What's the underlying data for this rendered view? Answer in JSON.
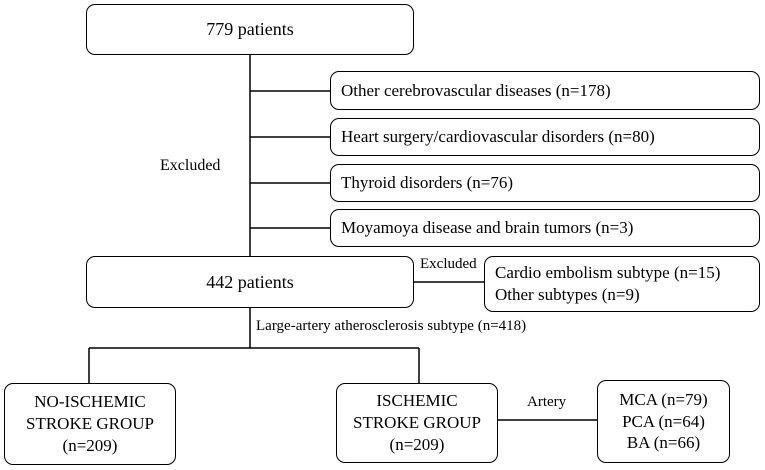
{
  "top_box": "779 patients",
  "excluded_label_1": "Excluded",
  "exclusions": [
    "Other cerebrovascular diseases (n=178)",
    "Heart surgery/cardiovascular disorders (n=80)",
    "Thyroid disorders (n=76)",
    "Moyamoya disease and brain tumors (n=3)"
  ],
  "middle_box": "442 patients",
  "excluded_label_2": "Excluded",
  "subtype_exclusions": [
    "Cardio embolism subtype (n=15)",
    "Other subtypes (n=9)"
  ],
  "laa_label": "Large-artery atherosclerosis subtype (n=418)",
  "groups": {
    "no_ischemic": {
      "line1": "NO-ISCHEMIC",
      "line2": "STROKE GROUP",
      "line3": "(n=209)"
    },
    "ischemic": {
      "line1": "ISCHEMIC",
      "line2": "STROKE GROUP",
      "line3": "(n=209)"
    }
  },
  "artery_label": "Artery",
  "arteries": [
    "MCA (n=79)",
    "PCA (n=64)",
    "BA (n=66)"
  ]
}
